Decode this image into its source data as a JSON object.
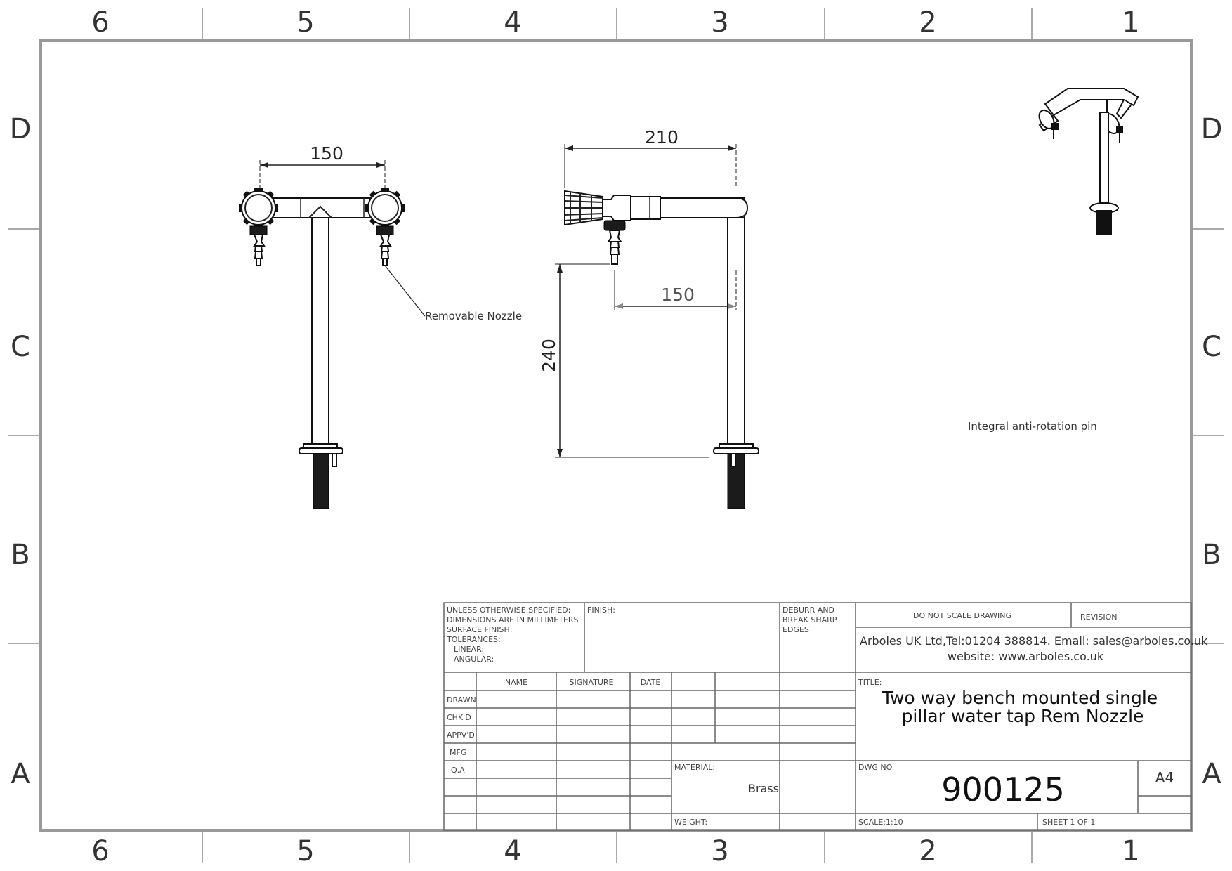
{
  "zones": {
    "columns": [
      "6",
      "5",
      "4",
      "3",
      "2",
      "1"
    ],
    "rows": [
      "D",
      "C",
      "B",
      "A"
    ]
  },
  "dimensions": {
    "front_width": "150",
    "side_length": "210",
    "side_offset": "150",
    "side_height": "240"
  },
  "notes": {
    "removable_nozzle": "Removable Nozzle",
    "anti_rotation": "Integral anti-rotation pin"
  },
  "title_block": {
    "spec_lines": [
      "UNLESS OTHERWISE SPECIFIED:",
      "DIMENSIONS ARE IN MILLIMETERS",
      "SURFACE FINISH:",
      "TOLERANCES:",
      "LINEAR:",
      "ANGULAR:"
    ],
    "finish": "FINISH:",
    "deburr_lines": [
      "DEBURR AND",
      "BREAK SHARP",
      "EDGES"
    ],
    "do_not_scale": "DO NOT SCALE DRAWING",
    "revision": "REVISION",
    "company": "Arboles UK Ltd,Tel:01204 388814. Email: sales@arboles.co.uk",
    "website": "website: www.arboles.co.uk",
    "headers": [
      "NAME",
      "SIGNATURE",
      "DATE"
    ],
    "rows": [
      "DRAWN",
      "CHK'D",
      "APPV'D",
      "MFG",
      "Q.A"
    ],
    "title_label": "TITLE:",
    "title_line1": "Two way bench mounted single",
    "title_line2": "pillar water tap Rem Nozzle",
    "material_label": "MATERIAL:",
    "material": "Brass",
    "dwg_label": "DWG NO.",
    "dwg_no": "900125",
    "size": "A4",
    "weight_label": "WEIGHT:",
    "scale": "SCALE:1:10",
    "sheet": "SHEET 1 OF 1"
  }
}
